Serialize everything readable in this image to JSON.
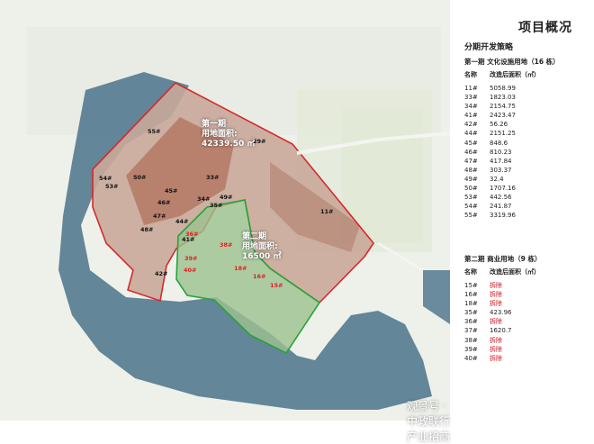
{
  "title": "项目概况",
  "subtitle": "分期开发策略",
  "phase1": {
    "heading": "第一期 文化设施用地（16 栋）",
    "col_name": "名称",
    "col_area": "改造后面积（㎡）",
    "rows": [
      {
        "name": "11#",
        "area": "5058.99"
      },
      {
        "name": "33#",
        "area": "1823.03"
      },
      {
        "name": "34#",
        "area": "2154.75"
      },
      {
        "name": "41#",
        "area": "2423.47"
      },
      {
        "name": "42#",
        "area": "56.26"
      },
      {
        "name": "44#",
        "area": "2151.25"
      },
      {
        "name": "45#",
        "area": "848.6"
      },
      {
        "name": "46#",
        "area": "810.23"
      },
      {
        "name": "47#",
        "area": "417.84"
      },
      {
        "name": "48#",
        "area": "303.37"
      },
      {
        "name": "49#",
        "area": "32.4"
      },
      {
        "name": "50#",
        "area": "1707.16"
      },
      {
        "name": "53#",
        "area": "442.56"
      },
      {
        "name": "54#",
        "area": "241.87"
      },
      {
        "name": "55#",
        "area": "3319.96"
      }
    ]
  },
  "phase2": {
    "heading": "第二期 商业用地（9 栋）",
    "col_name": "名称",
    "col_area": "改造后面积（㎡）",
    "rows": [
      {
        "name": "15#",
        "area": "拆除",
        "demolish": true
      },
      {
        "name": "16#",
        "area": "拆除",
        "demolish": true
      },
      {
        "name": "18#",
        "area": "拆除",
        "demolish": true
      },
      {
        "name": "35#",
        "area": "423.96"
      },
      {
        "name": "36#",
        "area": "拆除",
        "demolish": true
      },
      {
        "name": "37#",
        "area": "1620.7"
      },
      {
        "name": "38#",
        "area": "拆除",
        "demolish": true
      },
      {
        "name": "39#",
        "area": "拆除",
        "demolish": true
      },
      {
        "name": "40#",
        "area": "拆除",
        "demolish": true
      }
    ]
  },
  "map": {
    "phase1_label": {
      "line1": "第一期",
      "line2": "用地面积:",
      "line3": "42339.50 ㎡"
    },
    "phase2_label": {
      "line1": "第二期",
      "line2": "用地面积:",
      "line3": "16500 ㎡"
    },
    "buildings_black": [
      "55#",
      "29#",
      "33#",
      "54#",
      "50#",
      "53#",
      "45#",
      "46#",
      "34#",
      "35#",
      "47#",
      "44#",
      "41#",
      "48#",
      "42#",
      "11#",
      "49#"
    ],
    "buildings_red": [
      "36#",
      "38#",
      "39#",
      "18#",
      "16#",
      "40#",
      "15#"
    ],
    "colors": {
      "phase1_border": "#d42a2a",
      "phase2_border": "#27a23a",
      "water": "#5b7f95",
      "demolish": "#d0101a"
    }
  },
  "watermark": "观景号 · 中政联行产业招商"
}
